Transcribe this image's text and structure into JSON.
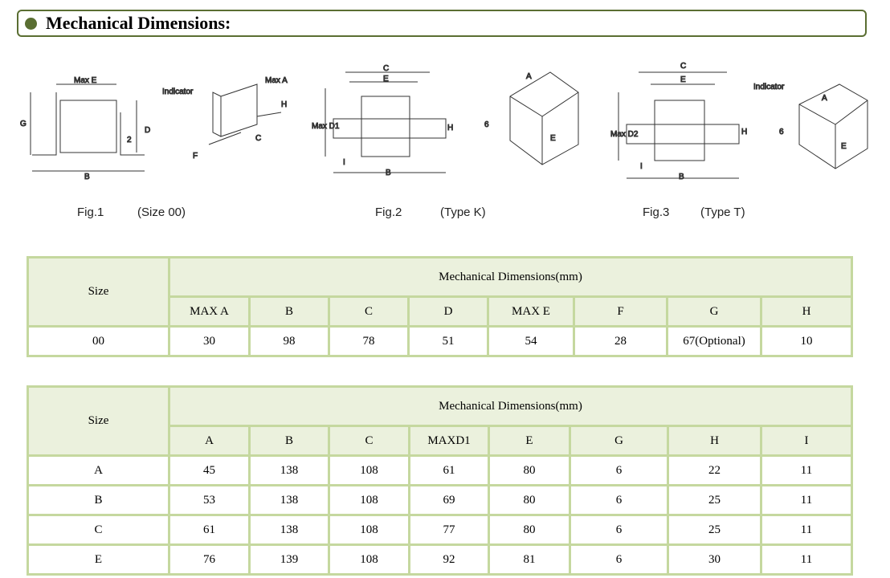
{
  "header": {
    "title": "Mechanical Dimensions:",
    "accent": "#5a6e32"
  },
  "figures": [
    {
      "label": "Fig.1",
      "type": "(Size 00)",
      "dims": [
        "Max E",
        "G",
        "D",
        "2",
        "B",
        "Indicator",
        "Max A",
        "H",
        "C",
        "F"
      ]
    },
    {
      "label": "Fig.2",
      "type": "(Type K)",
      "dims": [
        "C",
        "E",
        "Max D1",
        "H",
        "I",
        "B",
        "A",
        "6",
        "E"
      ]
    },
    {
      "label": "Fig.3",
      "type": "(Type T)",
      "dims": [
        "C",
        "E",
        "Max D2",
        "H",
        "I",
        "B",
        "Indicator",
        "A",
        "6",
        "E"
      ]
    }
  ],
  "table1": {
    "size_label": "Size",
    "group_label": "Mechanical Dimensions(mm)",
    "columns": [
      "MAX A",
      "B",
      "C",
      "D",
      "MAX E",
      "F",
      "G",
      "H"
    ],
    "rows": [
      {
        "size": "00",
        "values": [
          "30",
          "98",
          "78",
          "51",
          "54",
          "28",
          "67(Optional)",
          "10"
        ]
      }
    ]
  },
  "table2": {
    "size_label": "Size",
    "group_label": "Mechanical Dimensions(mm)",
    "columns": [
      "A",
      "B",
      "C",
      "MAXD1",
      "E",
      "G",
      "H",
      "I"
    ],
    "rows": [
      {
        "size": "A",
        "values": [
          "45",
          "138",
          "108",
          "61",
          "80",
          "6",
          "22",
          "11"
        ]
      },
      {
        "size": "B",
        "values": [
          "53",
          "138",
          "108",
          "69",
          "80",
          "6",
          "25",
          "11"
        ]
      },
      {
        "size": "C",
        "values": [
          "61",
          "138",
          "108",
          "77",
          "80",
          "6",
          "25",
          "11"
        ]
      },
      {
        "size": "E",
        "values": [
          "76",
          "139",
          "108",
          "92",
          "81",
          "6",
          "30",
          "11"
        ]
      }
    ]
  }
}
